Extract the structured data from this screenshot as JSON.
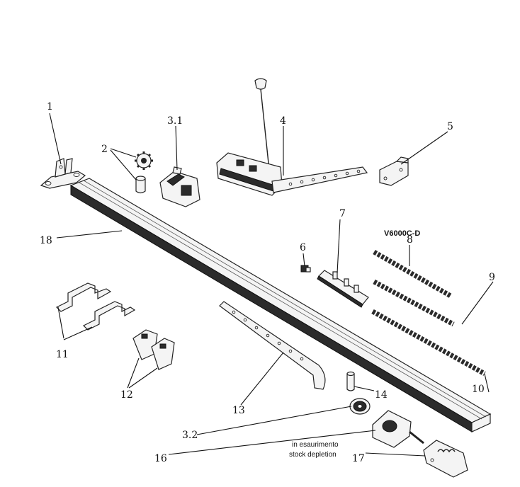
{
  "labels": {
    "l1": "1",
    "l2": "2",
    "l31": "3.1",
    "l4": "4",
    "l5": "5",
    "l6": "6",
    "l7": "7",
    "l8": "8",
    "l9": "9",
    "l10": "10",
    "l11": "11",
    "l12": "12",
    "l13": "13",
    "l14": "14",
    "l32": "3.2",
    "l16": "16",
    "l17": "17",
    "l18": "18"
  },
  "model_code": "V6000C-D",
  "note": {
    "line1": "in esaurimento",
    "line2": "stock depletion"
  }
}
